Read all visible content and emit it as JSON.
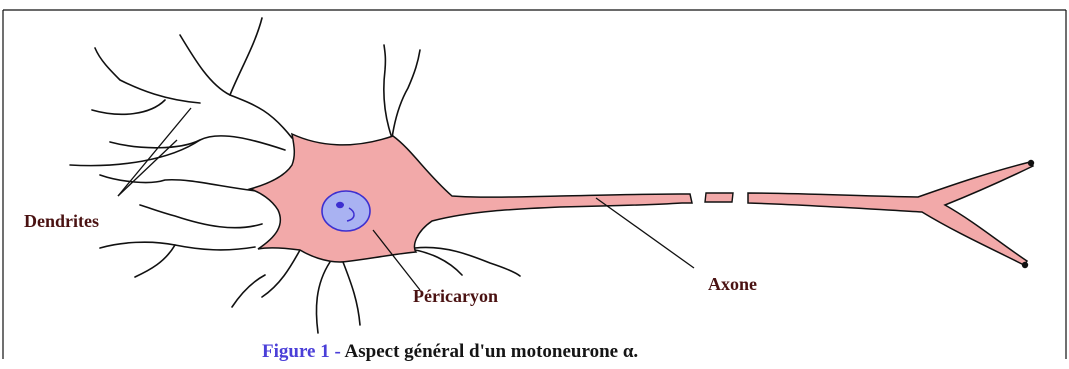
{
  "colors": {
    "cell_fill": "#f2a9a9",
    "nucleus_fill": "#a9b2f2",
    "nucleus_stroke": "#3d2fd0",
    "label_color": "#4a1212",
    "figure_color": "#4b3fd8"
  },
  "labels": {
    "dendrites": "Dendrites",
    "pericaryon": "Péricaryon",
    "axone": "Axone"
  },
  "caption": {
    "figure_label": "Figure 1 -",
    "text": "Aspect général d'un motoneurone α."
  }
}
